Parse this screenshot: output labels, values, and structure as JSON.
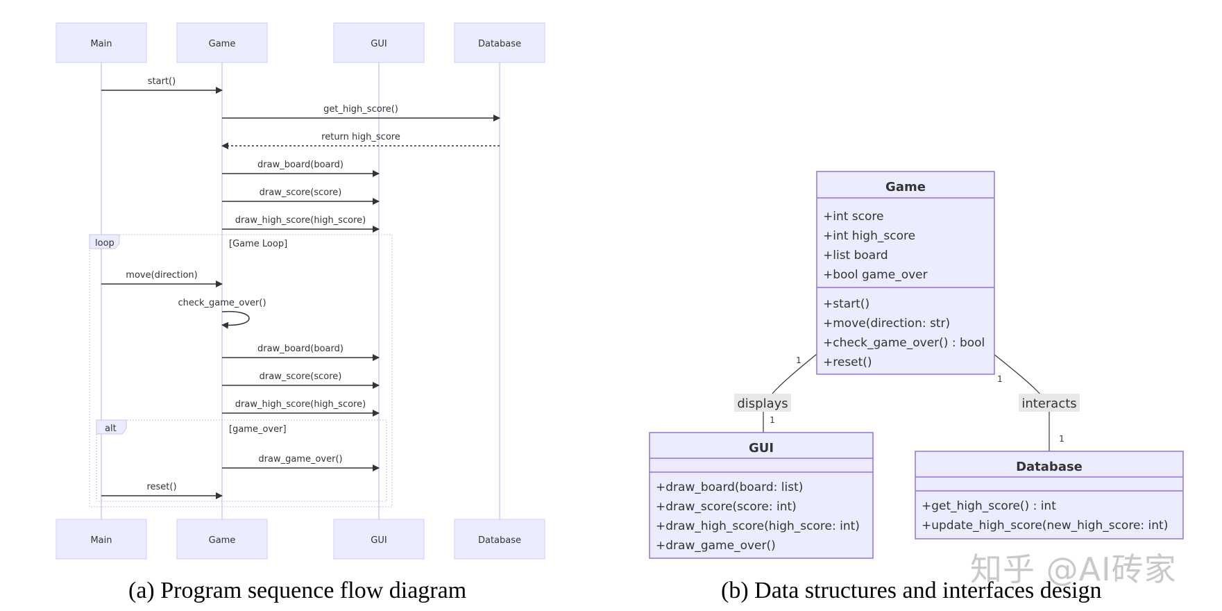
{
  "sequence": {
    "participants": [
      "Main",
      "Game",
      "GUI",
      "Database"
    ],
    "messages_top": [
      {
        "label": "start()"
      },
      {
        "label": "get_high_score()"
      },
      {
        "label": "return high_score"
      },
      {
        "label": "draw_board(board)"
      },
      {
        "label": "draw_score(score)"
      },
      {
        "label": "draw_high_score(high_score)"
      }
    ],
    "loop": {
      "tag": "loop",
      "condition": "[Game Loop]",
      "messages": [
        {
          "label": "move(direction)"
        },
        {
          "label": "check_game_over()"
        },
        {
          "label": "draw_board(board)"
        },
        {
          "label": "draw_score(score)"
        },
        {
          "label": "draw_high_score(high_score)"
        }
      ],
      "alt": {
        "tag": "alt",
        "condition": "[game_over]",
        "messages": [
          {
            "label": "draw_game_over()"
          },
          {
            "label": "reset()"
          }
        ]
      }
    }
  },
  "class_diagram": {
    "classes": {
      "game": {
        "name": "Game",
        "attributes": [
          "+int score",
          "+int high_score",
          "+list board",
          "+bool game_over"
        ],
        "methods": [
          "+start()",
          "+move(direction: str)",
          "+check_game_over() : bool",
          "+reset()"
        ]
      },
      "gui": {
        "name": "GUI",
        "attributes": [],
        "methods": [
          "+draw_board(board: list)",
          "+draw_score(score: int)",
          "+draw_high_score(high_score: int)",
          "+draw_game_over()"
        ]
      },
      "database": {
        "name": "Database",
        "attributes": [],
        "methods": [
          "+get_high_score() : int",
          "+update_high_score(new_high_score: int)"
        ]
      }
    },
    "relations": {
      "displays": {
        "label": "displays",
        "from_mult": "1",
        "to_mult": "1"
      },
      "interacts": {
        "label": "interacts",
        "from_mult": "1",
        "to_mult": "1"
      }
    }
  },
  "captions": {
    "left": "(a) Program sequence flow diagram",
    "right": "(b) Data structures and interfaces design"
  },
  "watermark": "知乎 @AI砖家",
  "colors": {
    "box_fill": "#ECECFF",
    "box_border": "#9370DB",
    "participant_border": "#CCCCFF",
    "lifeline": "#CCCCFF",
    "arrow": "#333333"
  }
}
